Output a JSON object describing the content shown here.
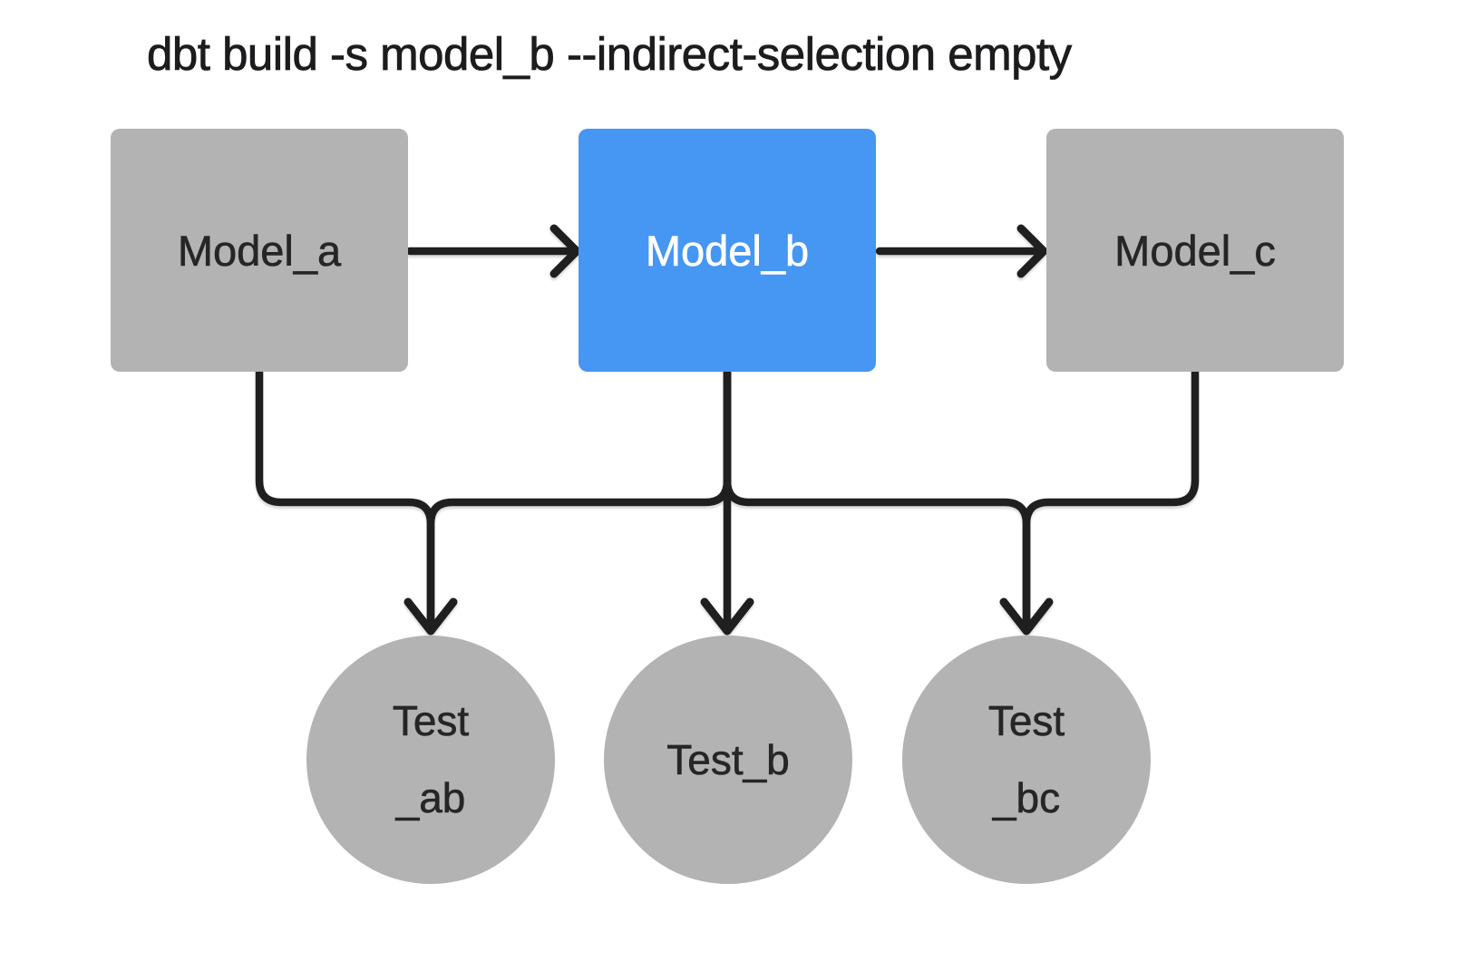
{
  "title": "dbt build -s model_b --indirect-selection empty",
  "colors": {
    "node_fill_gray": "#b3b3b3",
    "selected_fill_blue": "#4696f3",
    "connector_stroke": "#1f1f1f",
    "label_dark": "#262626",
    "label_light": "#ffffff",
    "background": "#ffffff"
  },
  "nodes": {
    "model_a": {
      "label": "Model_a",
      "type": "model",
      "selected": false
    },
    "model_b": {
      "label": "Model_b",
      "type": "model",
      "selected": true
    },
    "model_c": {
      "label": "Model_c",
      "type": "model",
      "selected": false
    },
    "test_ab": {
      "label_line1": "Test",
      "label_line2": "_ab",
      "type": "test"
    },
    "test_b": {
      "label_line1": "Test_b",
      "label_line2": "",
      "type": "test"
    },
    "test_bc": {
      "label_line1": "Test",
      "label_line2": "_bc",
      "type": "test"
    }
  },
  "edges": {
    "model_edges": [
      {
        "from": "Model_a",
        "to": "Model_b"
      },
      {
        "from": "Model_b",
        "to": "Model_c"
      }
    ],
    "test_edges": [
      {
        "from": "Model_a",
        "to": "Test_ab"
      },
      {
        "from": "Model_b",
        "to": "Test_ab"
      },
      {
        "from": "Model_b",
        "to": "Test_b"
      },
      {
        "from": "Model_b",
        "to": "Test_bc"
      },
      {
        "from": "Model_c",
        "to": "Test_bc"
      }
    ]
  }
}
